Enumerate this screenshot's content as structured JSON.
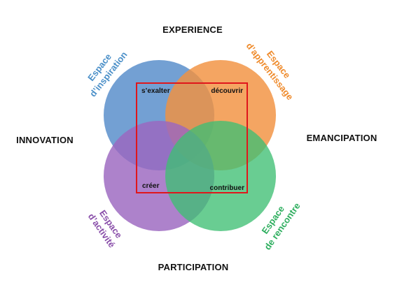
{
  "axes": {
    "top": "EXPERIENCE",
    "left": "INNOVATION",
    "right": "EMANCIPATION",
    "bottom": "PARTICIPATION"
  },
  "spaces": {
    "inspiration": {
      "line1": "Espace",
      "line2": "d’inspiration",
      "color": "#4a8fc8"
    },
    "apprentissage": {
      "line1": "Espace",
      "line2": "d’apprentissage",
      "color": "#ef8b2c"
    },
    "activite": {
      "line1": "Espace",
      "line2": "d’activité",
      "color": "#8a4faa"
    },
    "rencontre": {
      "line1": "Espace",
      "line2": "de rencontre",
      "color": "#2dae5e"
    }
  },
  "verbs": {
    "exalter": "s’exalter",
    "decouvrir": "découvrir",
    "creer": "créer",
    "contribuer": "contribuer"
  },
  "colors": {
    "circle_blue": "#5b8fcb",
    "circle_orange": "#f1913f",
    "circle_purple": "#9b67c0",
    "circle_green": "#3fbf73",
    "frame_red": "#e0161b"
  }
}
